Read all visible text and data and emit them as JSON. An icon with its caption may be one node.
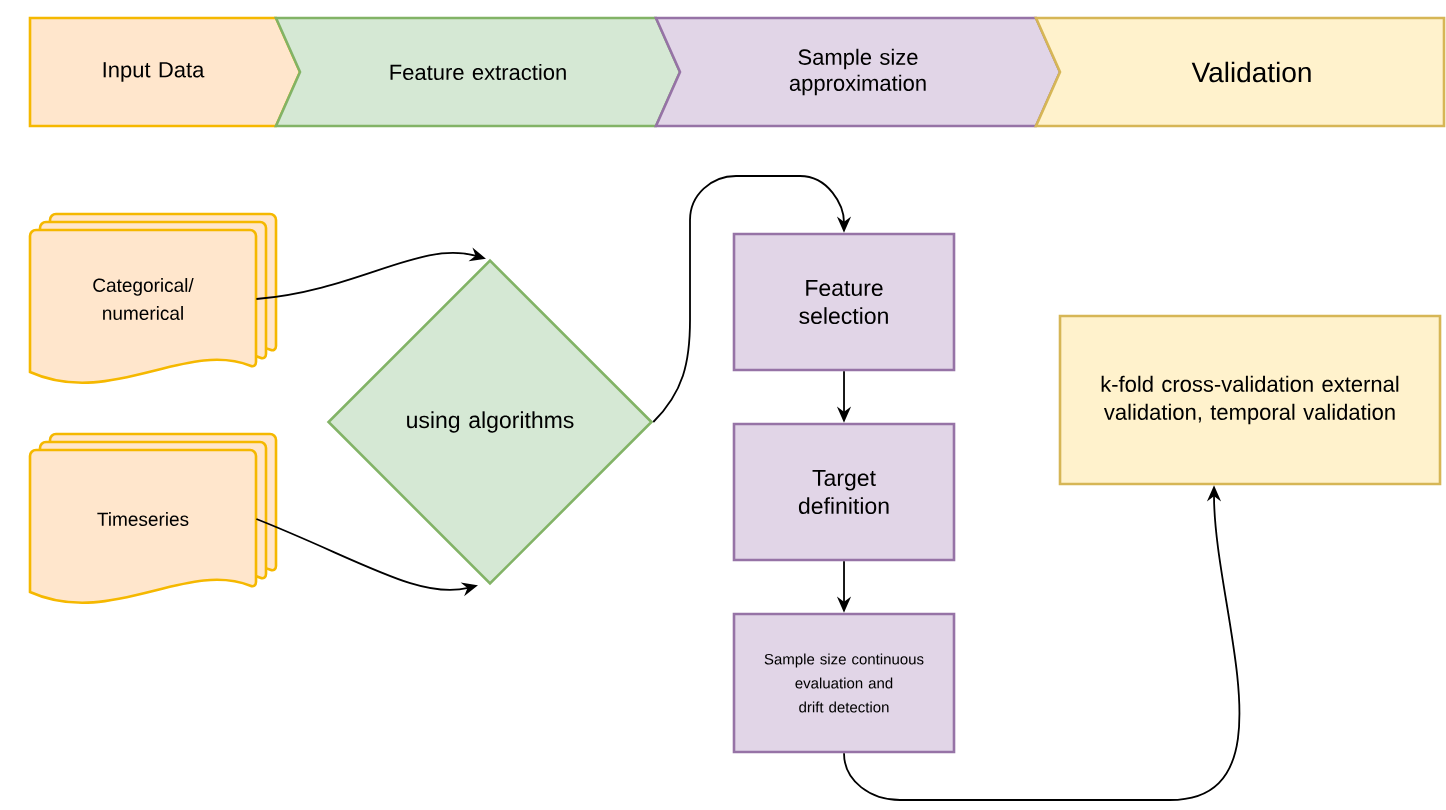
{
  "diagram": {
    "nodes": [
      {
        "text": [
          "Input Data"
        ]
      },
      {
        "text": [
          "Feature extraction"
        ]
      },
      {
        "text": [
          "Sample size approximation"
        ]
      },
      {
        "text": [
          "Validation"
        ]
      },
      {
        "text": [
          "Categorical/ numerical"
        ]
      },
      {
        "text": [
          "Timeseries"
        ]
      },
      {
        "text": [
          "using algorithms"
        ]
      },
      {
        "text": [
          "Feature selection"
        ]
      },
      {
        "text": [
          "Target definition"
        ]
      },
      {
        "text": [
          "Sample size continuous evaluation and drift detection"
        ]
      },
      {
        "text": [
          "k-fold cross-validation external validation, temporal validation"
        ]
      }
    ],
    "edges": [
      {
        "from": 4,
        "to": 6,
        "arrow": "to"
      },
      {
        "from": 5,
        "to": 6,
        "arrow": "to"
      },
      {
        "from": 6,
        "to": 7,
        "arrow": "to"
      },
      {
        "from": 7,
        "to": 8,
        "arrow": "to"
      },
      {
        "from": 8,
        "to": 9,
        "arrow": "to"
      },
      {
        "from": 9,
        "to": 10,
        "arrow": "to"
      }
    ]
  }
}
